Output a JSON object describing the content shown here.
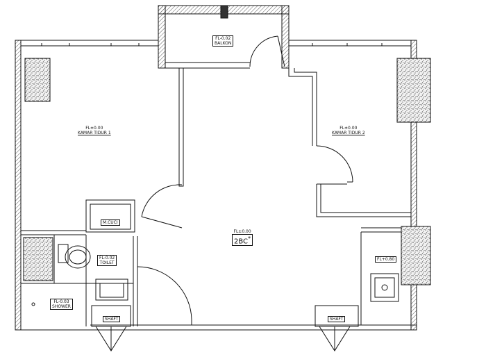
{
  "rooms": {
    "balkon": {
      "level": "FL-0.02",
      "name": "BALKON"
    },
    "kamar_tidur_1": {
      "level": "FL±0.00",
      "name": "KAMAR TIDUR 1"
    },
    "kamar_tidur_2": {
      "level": "FL±0.00",
      "name": "KAMAR TIDUR 2"
    },
    "living": {
      "level": "FL±0.00",
      "name": "2BC",
      "mark": "*"
    },
    "m_cuci": {
      "name": "M.CUCI"
    },
    "toilet": {
      "level": "FL-0.02",
      "name": "TOILET"
    },
    "shower": {
      "level": "FL-0.03",
      "name": "SHOWER"
    },
    "kitchen": {
      "level": "FL+0.80"
    },
    "shaft_left": {
      "name": "SHAFT"
    },
    "shaft_right": {
      "name": "SHAFT"
    }
  },
  "colors": {
    "line": "#111111",
    "wall_fill": "#ffffff",
    "hatch": "#555555"
  }
}
